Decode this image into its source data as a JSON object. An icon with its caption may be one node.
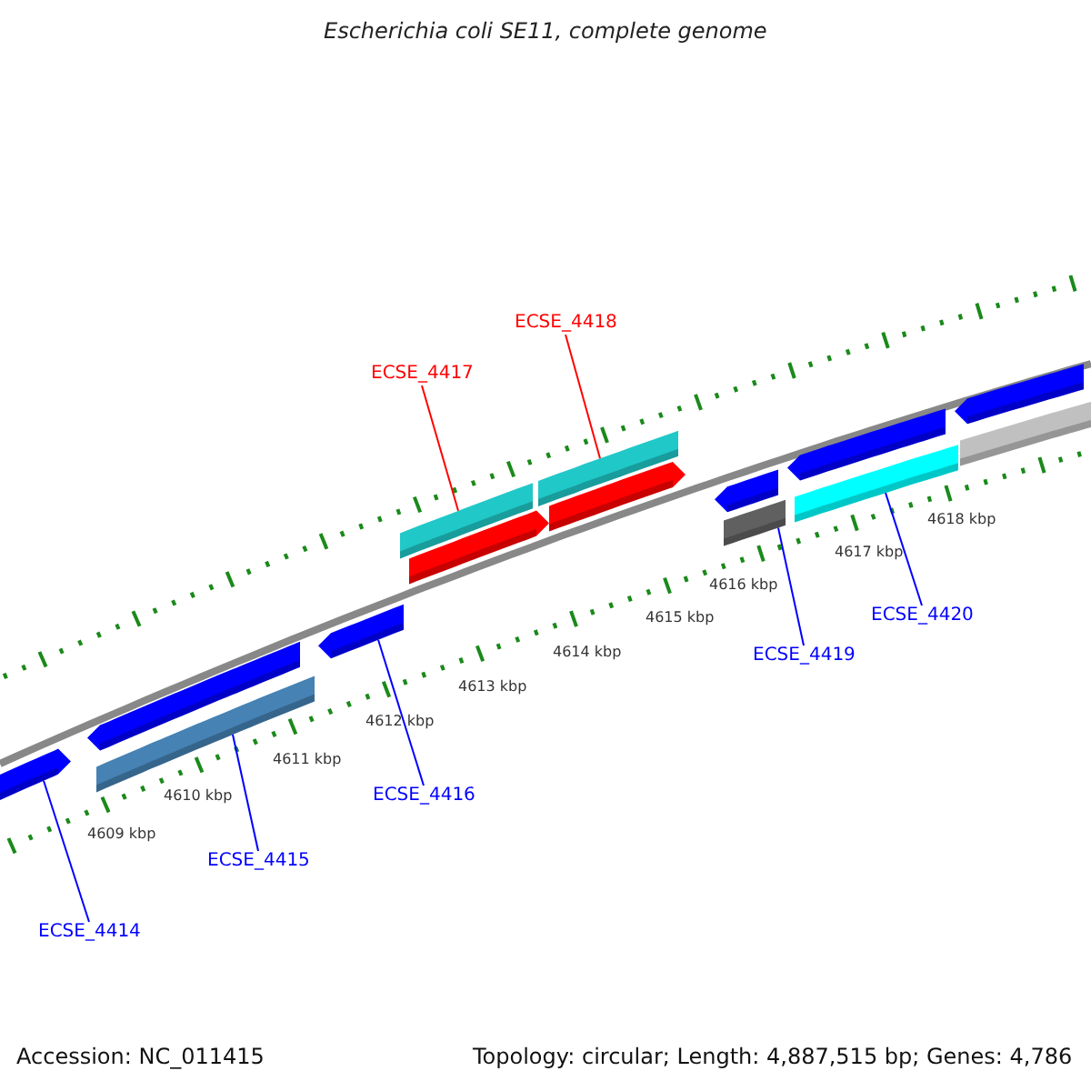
{
  "diagram": {
    "title": "Escherichia coli SE11, complete genome",
    "nodes": [
      {
        "text": [
          "ECSE_4418"
        ]
      },
      {
        "text": [
          "ECSE_4417"
        ]
      },
      {
        "text": [
          "ECSE_4420"
        ]
      },
      {
        "text": [
          "ECSE_4419"
        ]
      },
      {
        "text": [
          "ECSE_4416"
        ]
      },
      {
        "text": [
          "ECSE_4415"
        ]
      },
      {
        "text": [
          "ECSE_4414"
        ]
      },
      {
        "text": [],
        "shape": "bar"
      },
      {
        "text": [],
        "shape": "bar"
      },
      {
        "text": [],
        "shape": "bar"
      },
      {
        "text": [],
        "shape": "bar"
      },
      {
        "text": [],
        "shape": "bar"
      },
      {
        "text": [],
        "shape": "bar"
      },
      {
        "text": [],
        "shape": "bar"
      }
    ],
    "edges": [
      {
        "from": 0,
        "to": 11,
        "arrow": "none",
        "color": "#ff0000"
      },
      {
        "from": 1,
        "to": 10,
        "arrow": "none",
        "color": "#ff0000"
      },
      {
        "from": 2,
        "to": 13,
        "arrow": "none"
      },
      {
        "from": 3,
        "to": 12,
        "arrow": "none"
      },
      {
        "from": 4,
        "to": 9,
        "arrow": "none"
      },
      {
        "from": 5,
        "to": 8,
        "arrow": "none"
      },
      {
        "from": 6,
        "to": 7,
        "arrow": "none"
      }
    ],
    "labels": [
      "4609 kbp",
      "4610 kbp",
      "4611 kbp",
      "4612 kbp",
      "4613 kbp",
      "4614 kbp",
      "4615 kbp",
      "4616 kbp",
      "4617 kbp",
      "4618 kbp",
      "Accession: NC_011415",
      "Topology: circular; Length: 4,887,515 bp; Genes: 4,786"
    ]
  }
}
